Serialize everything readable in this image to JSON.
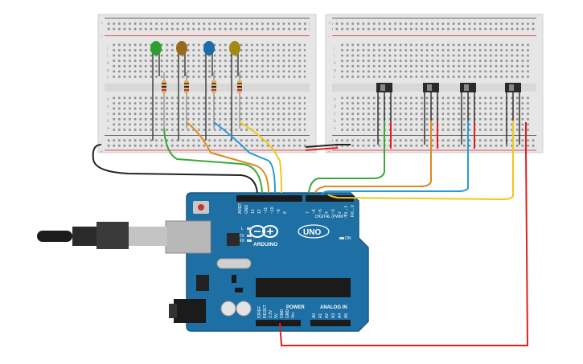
{
  "arduino": {
    "logo_text": "ARDUINO",
    "model_text": "UNO",
    "digital_header_label": "DIGITAL (PWM~)",
    "power_label": "POWER",
    "analog_label": "ANALOG IN",
    "on_label": "ON",
    "l_label": "L",
    "tx_label": "TX",
    "rx_label": "RX",
    "digital_pins": [
      "AREF",
      "GND",
      "13",
      "12",
      "~11",
      "~10",
      "~9",
      "8",
      "7",
      "~6",
      "~5",
      "4",
      "~3",
      "2",
      "TX→1",
      "RX←0"
    ],
    "power_pins": [
      "IOREF",
      "RESET",
      "3.3V",
      "5V",
      "GND",
      "GND",
      "Vin"
    ],
    "analog_pins": [
      "A0",
      "A1",
      "A2",
      "A3",
      "A4",
      "A5"
    ]
  },
  "breadboard": {
    "row_letters_top": [
      "j",
      "i",
      "h",
      "g",
      "f"
    ],
    "row_letters_bottom": [
      "e",
      "d",
      "c",
      "b",
      "a"
    ],
    "column_numbers": [
      "1",
      "5",
      "10",
      "15",
      "20",
      "25",
      "30"
    ],
    "plus_sign": "+",
    "minus_sign": "−"
  },
  "leds": [
    {
      "name": "green",
      "color": "#2e9e2e"
    },
    {
      "name": "orange",
      "color": "#9a6a1c"
    },
    {
      "name": "blue",
      "color": "#1c6aa8"
    },
    {
      "name": "yellow",
      "color": "#9e8a14"
    }
  ],
  "wire_colors": {
    "green": "#3aa83a",
    "orange": "#e0891e",
    "blue": "#2a9ad6",
    "yellow": "#f2c81a",
    "red": "#e02020",
    "black": "#222222"
  }
}
